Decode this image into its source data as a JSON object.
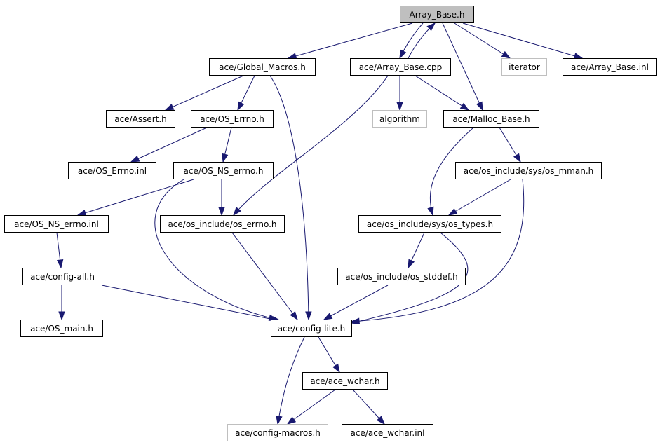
{
  "graph": {
    "colors": {
      "edge": "#191970",
      "node_border": "#000000",
      "external_border": "#bfbfbf",
      "root_fill": "#bfbfbf",
      "text": "#000000"
    },
    "nodes": [
      {
        "id": "array_base_h",
        "label": "Array_Base.h",
        "kind": "root"
      },
      {
        "id": "global_macros_h",
        "label": "ace/Global_Macros.h",
        "kind": "normal"
      },
      {
        "id": "array_base_cpp",
        "label": "ace/Array_Base.cpp",
        "kind": "normal"
      },
      {
        "id": "iterator",
        "label": "iterator",
        "kind": "external"
      },
      {
        "id": "array_base_inl",
        "label": "ace/Array_Base.inl",
        "kind": "normal"
      },
      {
        "id": "assert_h",
        "label": "ace/Assert.h",
        "kind": "normal"
      },
      {
        "id": "os_errno_h",
        "label": "ace/OS_Errno.h",
        "kind": "normal"
      },
      {
        "id": "algorithm",
        "label": "algorithm",
        "kind": "external"
      },
      {
        "id": "malloc_base_h",
        "label": "ace/Malloc_Base.h",
        "kind": "normal"
      },
      {
        "id": "os_errno_inl",
        "label": "ace/OS_Errno.inl",
        "kind": "normal"
      },
      {
        "id": "os_ns_errno_h",
        "label": "ace/OS_NS_errno.h",
        "kind": "normal"
      },
      {
        "id": "os_mman_h",
        "label": "ace/os_include/sys/os_mman.h",
        "kind": "normal"
      },
      {
        "id": "os_ns_errno_inl",
        "label": "ace/OS_NS_errno.inl",
        "kind": "normal"
      },
      {
        "id": "os_include_errno_h",
        "label": "ace/os_include/os_errno.h",
        "kind": "normal"
      },
      {
        "id": "os_types_h",
        "label": "ace/os_include/sys/os_types.h",
        "kind": "normal"
      },
      {
        "id": "config_all_h",
        "label": "ace/config-all.h",
        "kind": "normal"
      },
      {
        "id": "os_stddef_h",
        "label": "ace/os_include/os_stddef.h",
        "kind": "normal"
      },
      {
        "id": "os_main_h",
        "label": "ace/OS_main.h",
        "kind": "normal"
      },
      {
        "id": "config_lite_h",
        "label": "ace/config-lite.h",
        "kind": "normal"
      },
      {
        "id": "ace_wchar_h",
        "label": "ace/ace_wchar.h",
        "kind": "normal"
      },
      {
        "id": "config_macros_h",
        "label": "ace/config-macros.h",
        "kind": "external"
      },
      {
        "id": "ace_wchar_inl",
        "label": "ace/ace_wchar.inl",
        "kind": "normal"
      }
    ],
    "edges": [
      {
        "from": "array_base_h",
        "to": "global_macros_h"
      },
      {
        "from": "array_base_h",
        "to": "array_base_cpp"
      },
      {
        "from": "array_base_h",
        "to": "iterator"
      },
      {
        "from": "array_base_h",
        "to": "array_base_inl"
      },
      {
        "from": "array_base_h",
        "to": "malloc_base_h"
      },
      {
        "from": "array_base_cpp",
        "to": "array_base_h"
      },
      {
        "from": "global_macros_h",
        "to": "assert_h"
      },
      {
        "from": "global_macros_h",
        "to": "os_errno_h"
      },
      {
        "from": "global_macros_h",
        "to": "config_lite_h"
      },
      {
        "from": "array_base_cpp",
        "to": "algorithm"
      },
      {
        "from": "array_base_cpp",
        "to": "malloc_base_h"
      },
      {
        "from": "array_base_cpp",
        "to": "os_include_errno_h"
      },
      {
        "from": "os_errno_h",
        "to": "os_errno_inl"
      },
      {
        "from": "os_errno_h",
        "to": "os_ns_errno_h"
      },
      {
        "from": "malloc_base_h",
        "to": "os_mman_h"
      },
      {
        "from": "malloc_base_h",
        "to": "os_types_h"
      },
      {
        "from": "os_ns_errno_h",
        "to": "os_ns_errno_inl"
      },
      {
        "from": "os_ns_errno_h",
        "to": "os_include_errno_h"
      },
      {
        "from": "os_ns_errno_h",
        "to": "config_lite_h"
      },
      {
        "from": "os_mman_h",
        "to": "os_types_h"
      },
      {
        "from": "os_mman_h",
        "to": "config_lite_h"
      },
      {
        "from": "os_ns_errno_inl",
        "to": "config_all_h"
      },
      {
        "from": "os_include_errno_h",
        "to": "config_lite_h"
      },
      {
        "from": "os_types_h",
        "to": "os_stddef_h"
      },
      {
        "from": "os_types_h",
        "to": "config_lite_h"
      },
      {
        "from": "config_all_h",
        "to": "os_main_h"
      },
      {
        "from": "config_all_h",
        "to": "config_lite_h"
      },
      {
        "from": "os_stddef_h",
        "to": "config_lite_h"
      },
      {
        "from": "config_lite_h",
        "to": "ace_wchar_h"
      },
      {
        "from": "config_lite_h",
        "to": "config_macros_h"
      },
      {
        "from": "ace_wchar_h",
        "to": "config_macros_h"
      },
      {
        "from": "ace_wchar_h",
        "to": "ace_wchar_inl"
      }
    ]
  }
}
